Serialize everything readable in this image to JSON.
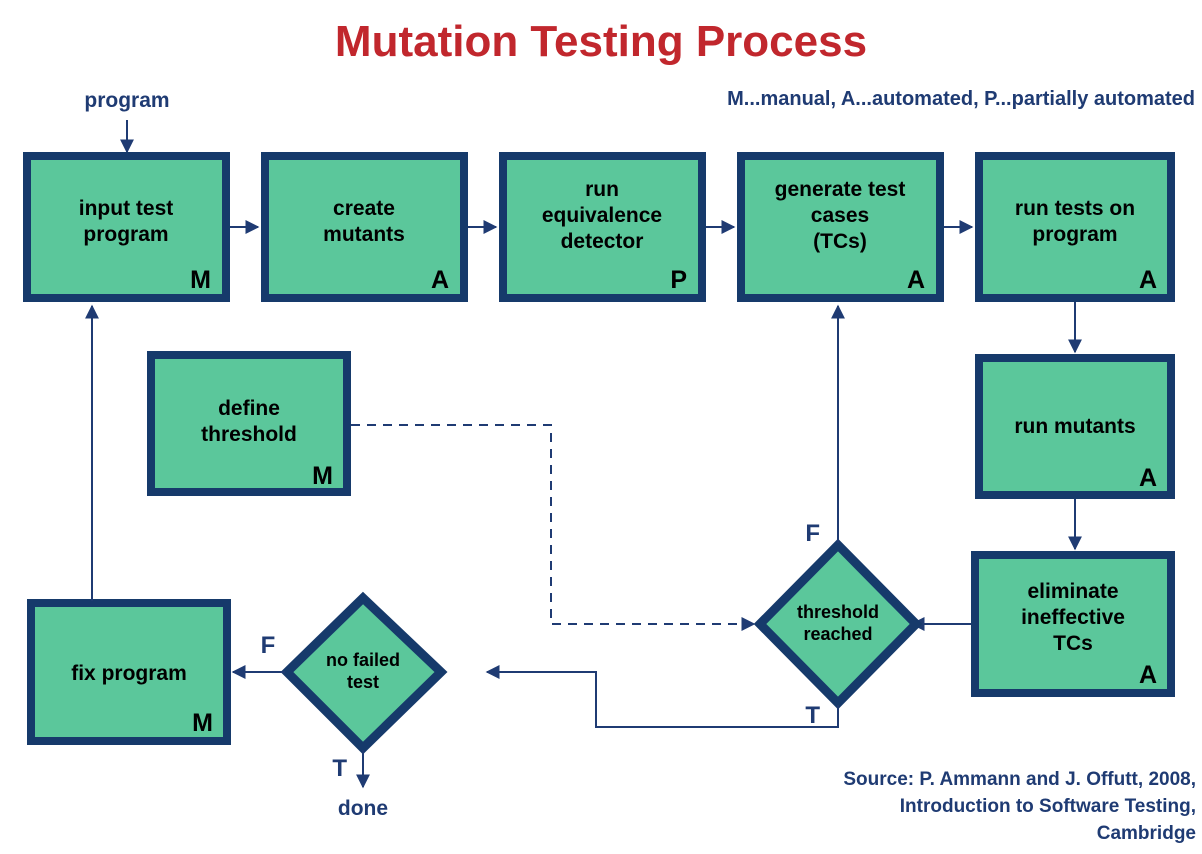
{
  "title": "Mutation Testing Process",
  "legend": "M...manual, A...automated, P...partially automated",
  "input_label": "program",
  "terminal_label": "done",
  "nodes": {
    "input_test_program": {
      "line1": "input test",
      "line2": "program",
      "auto": "M"
    },
    "create_mutants": {
      "line1": "create",
      "line2": "mutants",
      "auto": "A"
    },
    "run_equivalence_detector": {
      "line1": "run",
      "line2": "equivalence",
      "line3": "detector",
      "auto": "P"
    },
    "generate_test_cases": {
      "line1": "generate test",
      "line2": "cases",
      "line3": "(TCs)",
      "auto": "A"
    },
    "run_tests_on_program": {
      "line1": "run tests on",
      "line2": "program",
      "auto": "A"
    },
    "run_mutants": {
      "line1": "run mutants",
      "auto": "A"
    },
    "eliminate_ineffective_tcs": {
      "line1": "eliminate",
      "line2": "ineffective",
      "line3": "TCs",
      "auto": "A"
    },
    "define_threshold": {
      "line1": "define",
      "line2": "threshold",
      "auto": "M"
    },
    "fix_program": {
      "line1": "fix program",
      "auto": "M"
    },
    "threshold_reached": {
      "line1": "threshold",
      "line2": "reached"
    },
    "no_failed_test": {
      "line1": "no failed",
      "line2": "test"
    }
  },
  "edge_labels": {
    "threshold_false": "F",
    "threshold_true": "T",
    "no_failed_false": "F",
    "no_failed_true": "T"
  },
  "source": {
    "line1": "Source: P. Ammann and J. Offutt, 2008,",
    "line2": "Introduction to Software Testing,",
    "line3": "Cambridge"
  },
  "colors": {
    "title": "#C1272D",
    "node_fill": "#5BC79B",
    "node_stroke": "#163A6B",
    "text_blue": "#1F3B73",
    "background": "#FFFFFF"
  }
}
